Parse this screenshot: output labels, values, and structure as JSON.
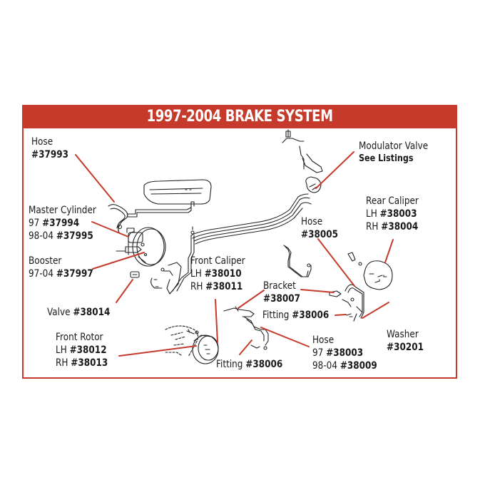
{
  "title": "1997-2004 BRAKE SYSTEM",
  "colors": {
    "accent_red": "#c63a2c",
    "text": "#1a1a1a",
    "background": "#ffffff"
  },
  "callouts": {
    "hose_top": {
      "name": "Hose",
      "part": "#37993"
    },
    "master_cylinder": {
      "name": "Master Cylinder",
      "rows": [
        {
          "years": "97",
          "part": "#37994"
        },
        {
          "years": "98-04",
          "part": "#37995"
        }
      ]
    },
    "booster": {
      "name": "Booster",
      "rows": [
        {
          "years": "97-04",
          "part": "#37997"
        }
      ]
    },
    "valve": {
      "name": "Valve",
      "part": "#38014"
    },
    "front_rotor": {
      "name": "Front Rotor",
      "rows": [
        {
          "side": "LH",
          "part": "#38012"
        },
        {
          "side": "RH",
          "part": "#38013"
        }
      ]
    },
    "front_caliper": {
      "name": "Front Caliper",
      "rows": [
        {
          "side": "LH",
          "part": "#38010"
        },
        {
          "side": "RH",
          "part": "#38011"
        }
      ]
    },
    "fitting_lower": {
      "name": "Fitting",
      "part": "#38006"
    },
    "bracket": {
      "name": "Bracket",
      "part": "#38007"
    },
    "fitting_mid": {
      "name": "Fitting",
      "part": "#38006"
    },
    "hose_lower": {
      "name": "Hose",
      "rows": [
        {
          "years": "97",
          "part": "#38003"
        },
        {
          "years": "98-04",
          "part": "#38009"
        }
      ]
    },
    "hose_mid": {
      "name": "Hose",
      "part": "#38005"
    },
    "modulator_valve": {
      "name": "Modulator Valve",
      "note": "See Listings"
    },
    "rear_caliper": {
      "name": "Rear Caliper",
      "rows": [
        {
          "side": "LH",
          "part": "#38003"
        },
        {
          "side": "RH",
          "part": "#38004"
        }
      ]
    },
    "washer": {
      "name": "Washer",
      "part": "#30201"
    }
  }
}
